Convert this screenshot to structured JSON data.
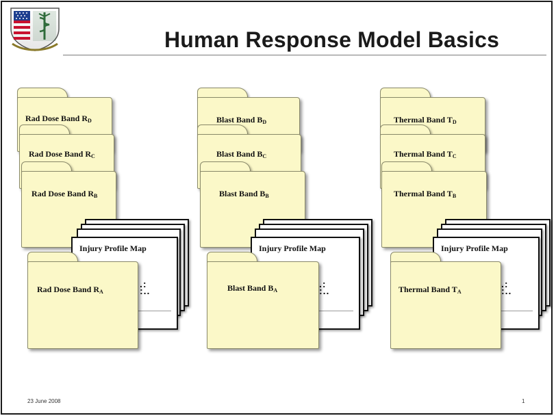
{
  "slide": {
    "title": "Human Response Model Basics",
    "footer_date": "23 June 2008",
    "page_number": "1"
  },
  "columns": [
    {
      "back_folders": [
        {
          "name": "Rad Dose Band R",
          "sub": "D"
        },
        {
          "name": "Rad Dose Band R",
          "sub": "C"
        },
        {
          "name": "Rad Dose Band R",
          "sub": "B"
        }
      ],
      "front_folder": {
        "name": "Rad Dose Band R",
        "sub": "A"
      },
      "map_title": "Injury Profile Map"
    },
    {
      "back_folders": [
        {
          "name": "Blast Band B",
          "sub": "D"
        },
        {
          "name": "Blast Band B",
          "sub": "C"
        },
        {
          "name": "Blast Band B",
          "sub": "B"
        }
      ],
      "front_folder": {
        "name": "Blast Band B",
        "sub": "A"
      },
      "map_title": "Injury Profile Map"
    },
    {
      "back_folders": [
        {
          "name": "Thermal Band T",
          "sub": "D"
        },
        {
          "name": "Thermal Band T",
          "sub": "C"
        },
        {
          "name": "Thermal Band T",
          "sub": "B"
        }
      ],
      "front_folder": {
        "name": "Thermal Band T",
        "sub": "A"
      },
      "map_title": "Injury Profile Map"
    }
  ],
  "colors": {
    "folder_fill": "#fbf8c8",
    "folder_border": "#8a8a6a",
    "shield_red": "#c8102e",
    "shield_blue": "#1f3f8f",
    "shield_green": "#2e6b3a"
  },
  "icons": {
    "logo": "army-medical-shield-icon"
  }
}
